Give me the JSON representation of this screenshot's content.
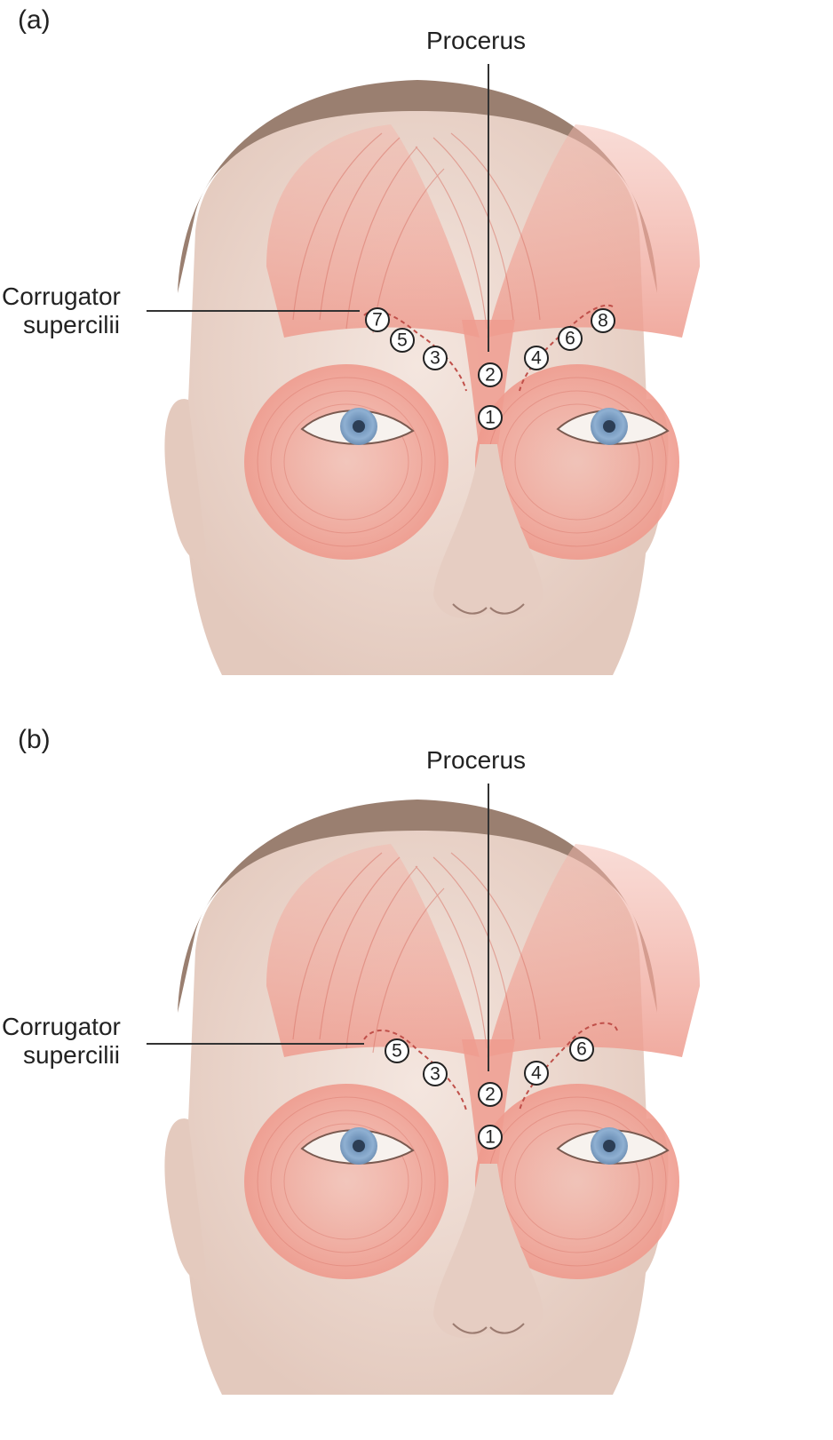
{
  "panels": [
    {
      "id": "a",
      "letter": "(a)",
      "procerus_label": "Procerus",
      "corrugator_label_line1": "Corrugator",
      "corrugator_label_line2": "supercilii",
      "points": [
        "1",
        "2",
        "3",
        "4",
        "5",
        "6",
        "7",
        "8"
      ]
    },
    {
      "id": "b",
      "letter": "(b)",
      "procerus_label": "Procerus",
      "corrugator_label_line1": "Corrugator",
      "corrugator_label_line2": "supercilii",
      "points": [
        "1",
        "2",
        "3",
        "4",
        "5",
        "6"
      ]
    }
  ],
  "colors": {
    "skin": "#efdcd3",
    "hair": "#9a7f70",
    "muscle": "#f0a195",
    "muscle_line": "#d9776b",
    "iris": "#7fa3c8",
    "label_line": "#333333",
    "dash": "#c0504a"
  }
}
